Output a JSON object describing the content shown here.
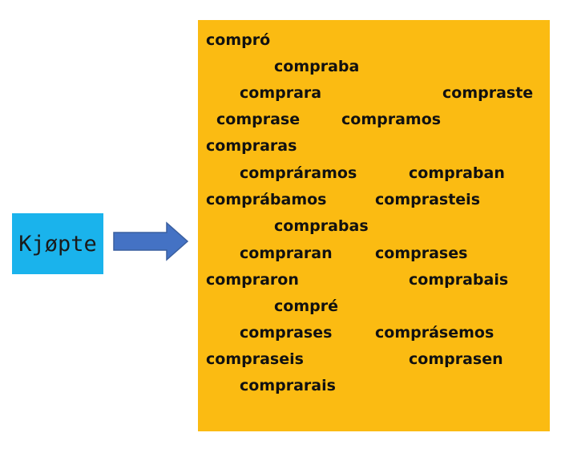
{
  "source": {
    "word": "Kjøpte"
  },
  "colors": {
    "source_box": "#1ab3ec",
    "panel": "#fbbb12",
    "arrow": "#4472c4"
  },
  "forms": [
    "compró",
    "compraba",
    "comprara",
    "compraste",
    "comprase",
    "compramos",
    "compraras",
    "compráramos",
    "compraban",
    "comprábamos",
    "comprasteis",
    "comprabas",
    "compraran",
    "comprases",
    "compraron",
    "comprabais",
    "compré",
    "comprases",
    "comprásemos",
    "compraseis",
    "comprasen",
    "comprarais"
  ]
}
